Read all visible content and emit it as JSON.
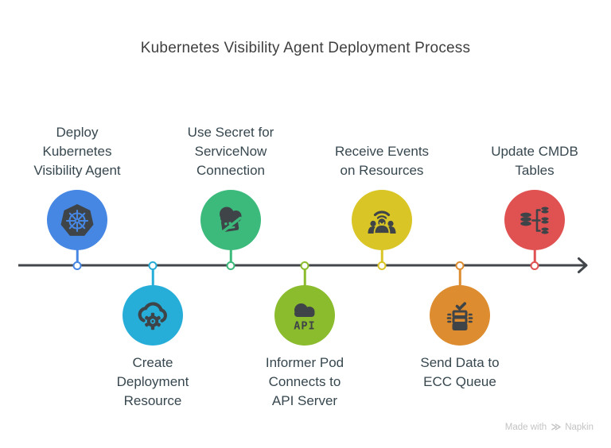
{
  "title": "Kubernetes Visibility Agent Deployment Process",
  "palette": {
    "timeline": "#42464a",
    "icon_ink": "#3f4448",
    "title_text": "#3f3f3f",
    "label_text": "#37474f",
    "watermark_text": "#c3c3c3"
  },
  "nodes": [
    {
      "label": "Deploy\nKubernetes\nVisibility Agent",
      "position": "above",
      "color": "#4687e4",
      "icon": "kubernetes-helm-icon"
    },
    {
      "label": "Create\nDeployment\nResource",
      "position": "below",
      "color": "#27aed8",
      "icon": "cloud-gear-icon"
    },
    {
      "label": "Use Secret for\nServiceNow\nConnection",
      "position": "above",
      "color": "#3cba7c",
      "icon": "secret-credentials-icon"
    },
    {
      "label": "Informer Pod\nConnects to\nAPI Server",
      "position": "below",
      "color": "#8bbc2e",
      "icon": "api-cloud-icon"
    },
    {
      "label": "Receive Events\non Resources",
      "position": "above",
      "color": "#d9c526",
      "icon": "broadcast-audience-icon"
    },
    {
      "label": "Send Data to\nECC Queue",
      "position": "below",
      "color": "#dd8c2f",
      "icon": "queue-checklist-icon"
    },
    {
      "label": "Update CMDB\nTables",
      "position": "above",
      "color": "#e05252",
      "icon": "cmdb-tables-icon"
    }
  ],
  "watermark": {
    "made_with": "Made with",
    "brand": "Napkin"
  }
}
